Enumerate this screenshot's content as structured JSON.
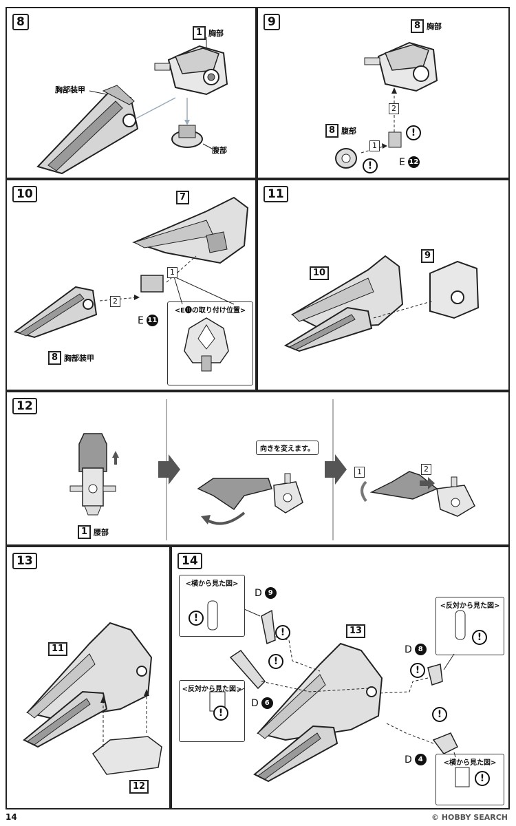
{
  "steps": {
    "s8": {
      "num": "8",
      "label_chest": "胸部",
      "chest_box": "1",
      "label_chest_armor": "胸部装甲",
      "label_waist": "腹部"
    },
    "s9": {
      "num": "9",
      "box_top": "8",
      "label_top": "胸部",
      "box_left": "8",
      "label_left": "腹部",
      "arrow_2": "2",
      "arrow_1": "1",
      "part_letter": "E",
      "part_num": "12"
    },
    "s10": {
      "num": "10",
      "box_top": "7",
      "arrow_1": "1",
      "arrow_2": "2",
      "part_letter": "E",
      "part_num": "11",
      "callout_title": "<E⓫の取り付け位置>",
      "box_bottom": "8",
      "label_bottom": "胸部装甲"
    },
    "s11": {
      "num": "11",
      "box_left": "10",
      "box_right": "9"
    },
    "s12": {
      "num": "12",
      "box_bottom": "1",
      "label_bottom": "腰部",
      "bubble": "向きを変えます。",
      "step_1": "1",
      "step_2": "2"
    },
    "s13": {
      "num": "13",
      "box_top": "11",
      "box_bottom": "12"
    },
    "s14": {
      "num": "14",
      "callout_side": "<横から見た図>",
      "callout_opp": "<反対から見た図>",
      "callout_opp2": "<反対から見た図>",
      "callout_side2": "<横から見た図>",
      "box_center": "13",
      "d9_letter": "D",
      "d9_num": "9",
      "d6_letter": "D",
      "d6_num": "6",
      "d8_letter": "D",
      "d8_num": "8",
      "d4_letter": "D",
      "d4_num": "4"
    }
  },
  "warn_symbol": "!",
  "page_number": "14",
  "watermark": "© HOBBY SEARCH"
}
